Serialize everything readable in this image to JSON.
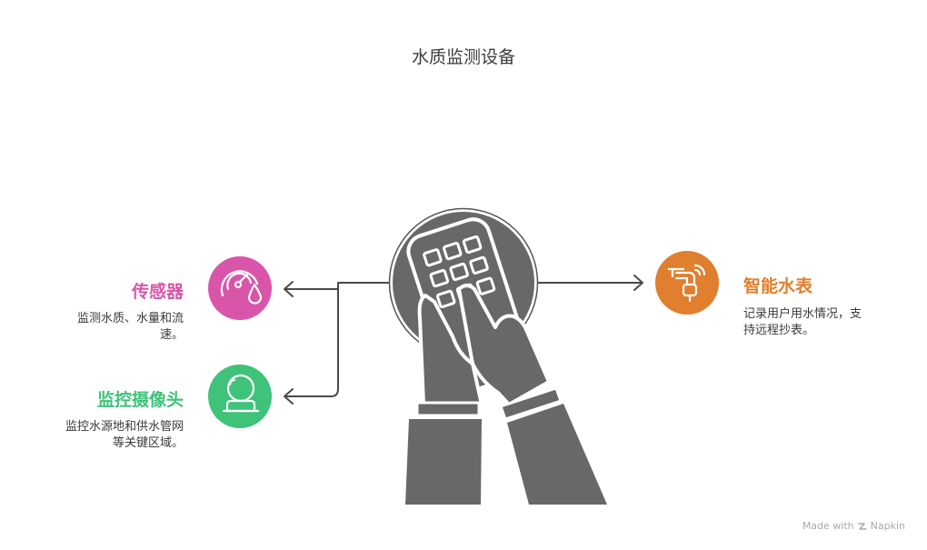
{
  "title": "水质监测设备",
  "colors": {
    "sensor": "#d955aa",
    "camera": "#3fc27a",
    "meter": "#e07f2e",
    "device": "#676767"
  },
  "items": {
    "sensor": {
      "title": "传感器",
      "desc_line1": "监测水质、水量和流",
      "desc_line2": "速。",
      "icon": "gauge-drop-icon"
    },
    "camera": {
      "title": "监控摄像头",
      "desc_line1": "监控水源地和供水管网",
      "desc_line2": "等关键区域。",
      "icon": "webcam-icon"
    },
    "meter": {
      "title": "智能水表",
      "desc_line1": "记录用户用水情况，支",
      "desc_line2": "持远程抄表。",
      "icon": "smart-faucet-icon"
    }
  },
  "footer": {
    "made_with": "Made with",
    "brand": "Napkin"
  }
}
